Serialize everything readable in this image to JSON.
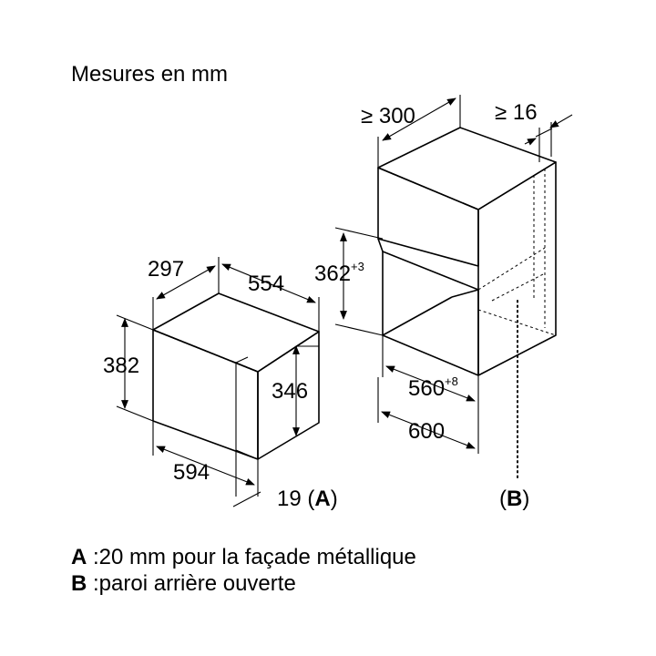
{
  "title": "Mesures en mm",
  "microwave": {
    "depth": "297",
    "width_top": "554",
    "height": "382",
    "inner_height": "346",
    "width_bottom": "594",
    "front_offset": "19",
    "front_offset_ref": "A"
  },
  "cabinet": {
    "min_height_above": "≥ 300",
    "min_gap_rear": "≥ 16",
    "niche_height": "362",
    "niche_height_tol": "+3",
    "niche_depth": "560",
    "niche_depth_tol": "+8",
    "cabinet_depth": "600",
    "rear_ref": "B"
  },
  "legend": [
    {
      "key": "A",
      "text": ":20 mm pour la façade métallique"
    },
    {
      "key": "B",
      "text": ":paroi arrière ouverte"
    }
  ]
}
